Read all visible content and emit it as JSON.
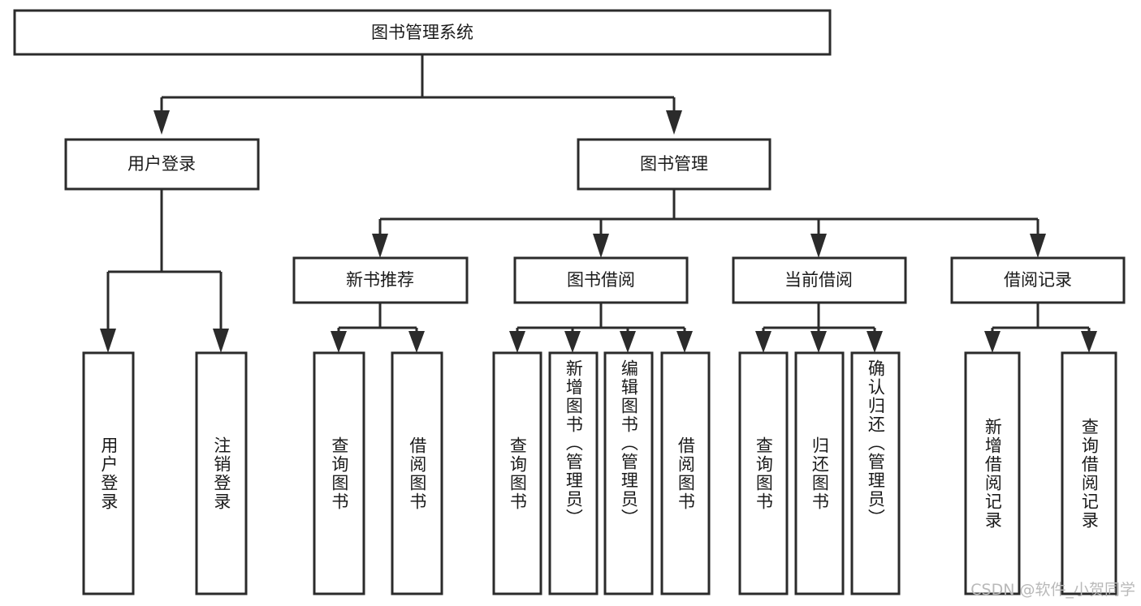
{
  "diagram": {
    "title": "图书管理系统",
    "watermark": "CSDN @软件_小贺同学",
    "root": {
      "label": "图书管理系统"
    },
    "level2": [
      {
        "label": "用户登录"
      },
      {
        "label": "图书管理"
      }
    ],
    "level3": [
      {
        "label": "新书推荐"
      },
      {
        "label": "图书借阅"
      },
      {
        "label": "当前借阅"
      },
      {
        "label": "借阅记录"
      }
    ],
    "leaves": {
      "user_login": [
        {
          "label": "用户登录"
        },
        {
          "label": "注销登录"
        }
      ],
      "new_book": [
        {
          "label": "查询图书"
        },
        {
          "label": "借阅图书"
        }
      ],
      "book_borrow": [
        {
          "label": "查询图书"
        },
        {
          "label": "新增图书（管理员）"
        },
        {
          "label": "编辑图书（管理员）"
        },
        {
          "label": "借阅图书"
        }
      ],
      "current_borrow": [
        {
          "label": "查询图书"
        },
        {
          "label": "归还图书"
        },
        {
          "label": "确认归还（管理员）"
        }
      ],
      "borrow_record": [
        {
          "label": "新增借阅记录"
        },
        {
          "label": "查询借阅记录"
        }
      ]
    }
  },
  "colors": {
    "stroke": "#2b2b2b",
    "box_fill": "#ffffff",
    "text": "#1a1a1a",
    "watermark": "#b9b9b9",
    "background": "#ffffff"
  }
}
